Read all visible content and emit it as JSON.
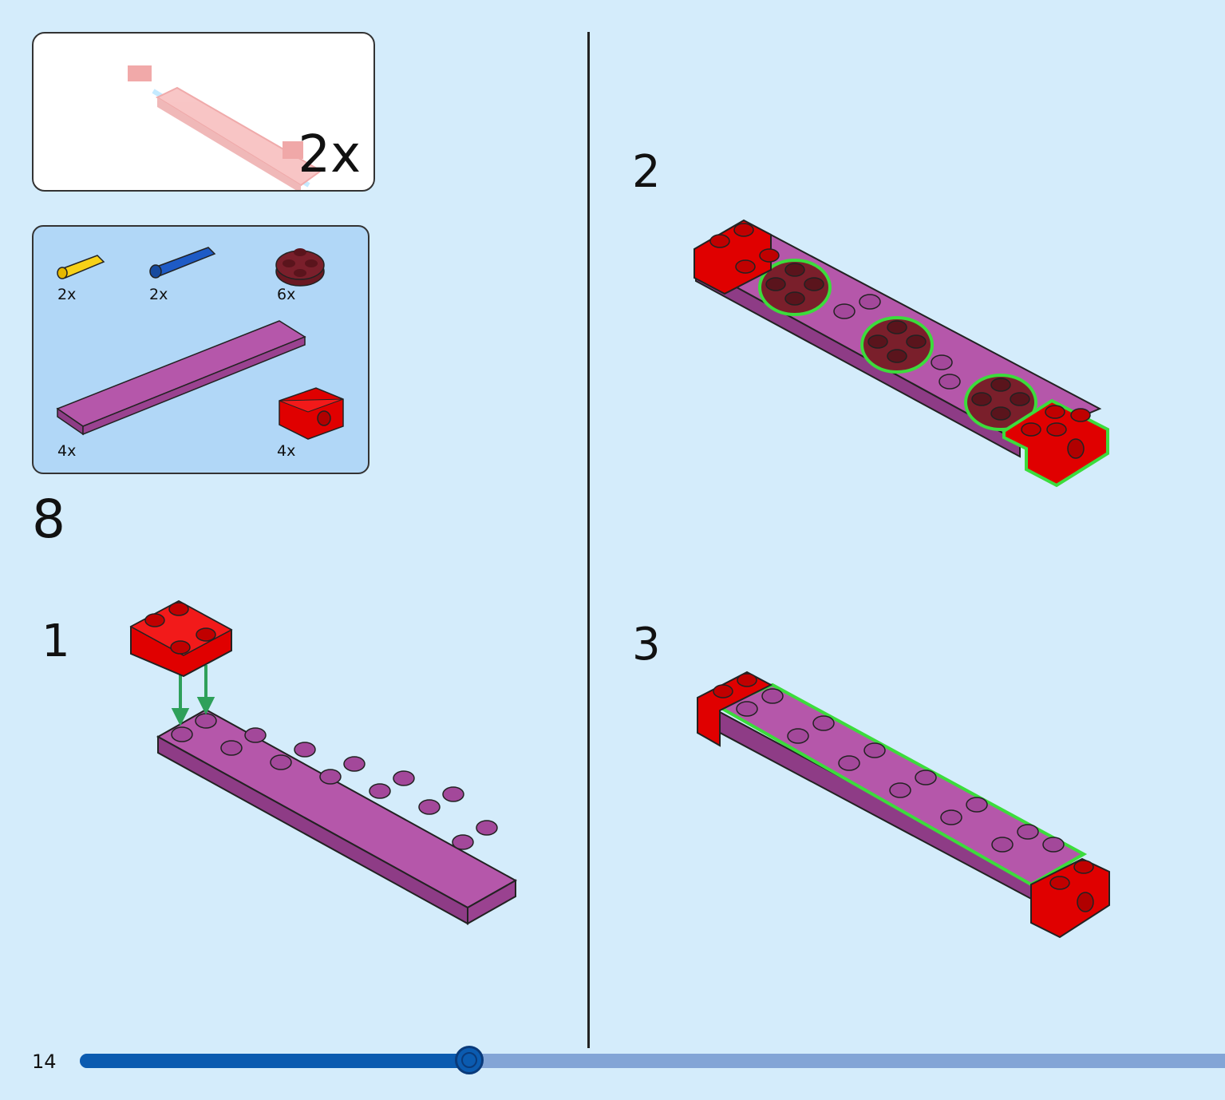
{
  "submodel": {
    "multiplier": "2x"
  },
  "parts_list": [
    {
      "name": "yellow-pin",
      "qty": "2x",
      "color": "#f7d117"
    },
    {
      "name": "blue-axle-pin",
      "qty": "2x",
      "color": "#1e5bc6"
    },
    {
      "name": "dark-red-round-plate",
      "qty": "6x",
      "color": "#7a1f2b"
    },
    {
      "name": "magenta-plate-2x12",
      "qty": "4x",
      "color": "#a8479e"
    },
    {
      "name": "red-technic-brick",
      "qty": "4x",
      "color": "#e00000"
    }
  ],
  "step_number": "8",
  "substeps": [
    "1",
    "2",
    "3"
  ],
  "page_number": "14",
  "progress": {
    "fraction": 0.34
  },
  "colors": {
    "background": "#d4ecfb",
    "highlight": "#3cdc3c",
    "arrow": "#2ea05a"
  }
}
